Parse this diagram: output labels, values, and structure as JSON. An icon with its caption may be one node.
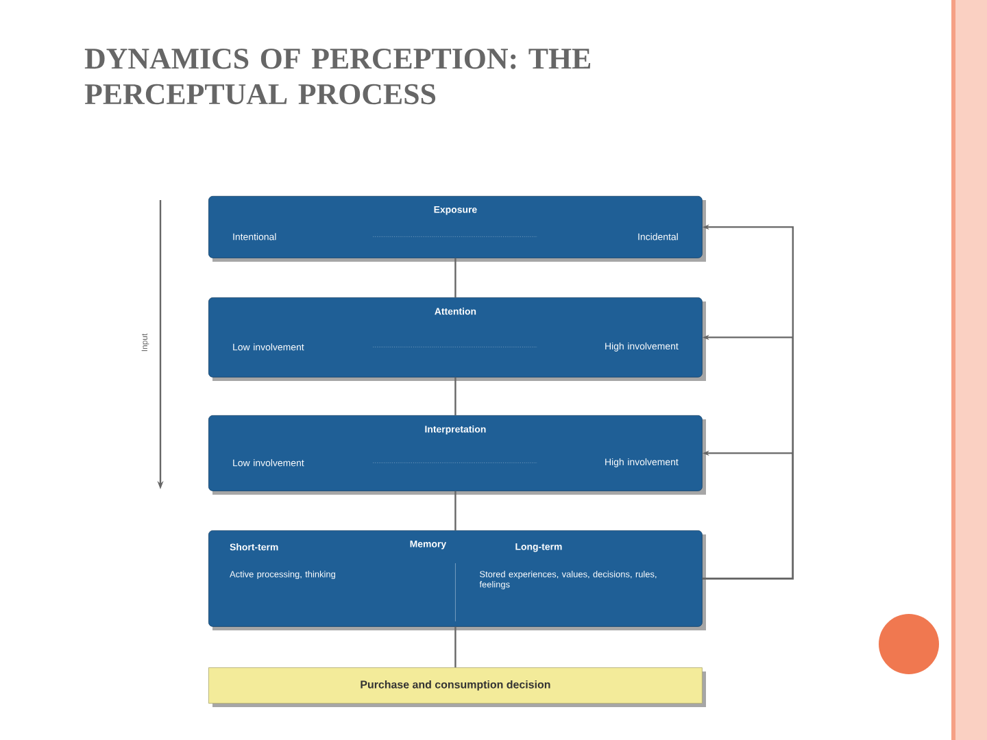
{
  "diagram": {
    "title": "DYNAMICS OF PERCEPTION: THE PERCEPTUAL PROCESS",
    "nodes": [
      {
        "text": [
          "Exposure",
          "Intentional",
          "Incidental"
        ]
      },
      {
        "text": [
          "Attention",
          "Low involvement",
          "High involvement"
        ]
      },
      {
        "text": [
          "Interpretation",
          "Low involvement",
          "High involvement"
        ]
      },
      {
        "text": [
          "Short-term",
          "Memory",
          "Long-term",
          "Active processing, thinking",
          "Stored experiences, values, decisions, rules, feelings"
        ]
      },
      {
        "text": [
          "Purchase and consumption decision"
        ]
      }
    ],
    "edges": [
      {
        "from": 0,
        "to": 1,
        "arrow": "none"
      },
      {
        "from": 1,
        "to": 2,
        "arrow": "none"
      },
      {
        "from": 2,
        "to": 3,
        "arrow": "none"
      },
      {
        "from": 3,
        "to": 4,
        "arrow": "none"
      },
      {
        "from": 3,
        "to": 0,
        "arrow": "to"
      },
      {
        "from": 3,
        "to": 1,
        "arrow": "to"
      },
      {
        "from": 3,
        "to": 2,
        "arrow": "to"
      }
    ],
    "labels": [
      "Input"
    ]
  }
}
